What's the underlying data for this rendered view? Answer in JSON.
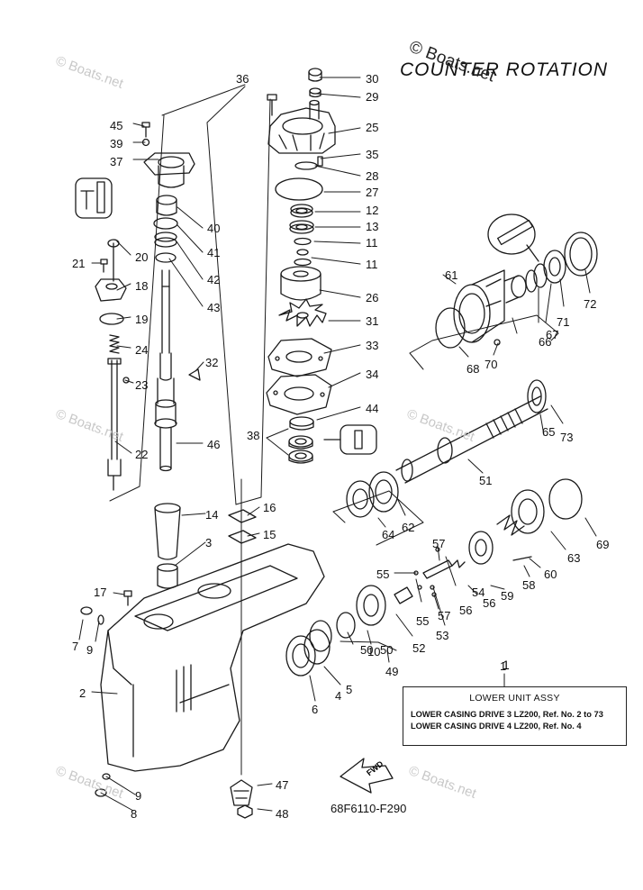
{
  "title": "COUNTER ROTATION",
  "drawing_number": "68F6110-F290",
  "watermark": "© Boats.net",
  "fwd_label": "FWD",
  "assembly_table": {
    "number": "1",
    "title": "LOWER UNIT ASSY",
    "rows": [
      "LOWER CASING DRIVE 3 LZ200,  Ref. No. 2  to  73",
      "LOWER CASING DRIVE 4 LZ200,  Ref. No. 4"
    ]
  },
  "callouts": [
    "1",
    "2",
    "3",
    "4",
    "5",
    "6",
    "7",
    "8",
    "9",
    "9",
    "10",
    "11",
    "11",
    "12",
    "13",
    "14",
    "15",
    "16",
    "17",
    "18",
    "19",
    "20",
    "21",
    "22",
    "23",
    "24",
    "25",
    "26",
    "27",
    "28",
    "29",
    "30",
    "31",
    "32",
    "33",
    "34",
    "35",
    "36",
    "37",
    "38",
    "39",
    "40",
    "41",
    "42",
    "43",
    "44",
    "45",
    "46",
    "47",
    "48",
    "49",
    "50",
    "50",
    "51",
    "52",
    "53",
    "54",
    "55",
    "55",
    "56",
    "56",
    "57",
    "57",
    "58",
    "59",
    "60",
    "61",
    "62",
    "63",
    "64",
    "65",
    "66",
    "67",
    "68",
    "69",
    "70",
    "71",
    "72",
    "73"
  ]
}
